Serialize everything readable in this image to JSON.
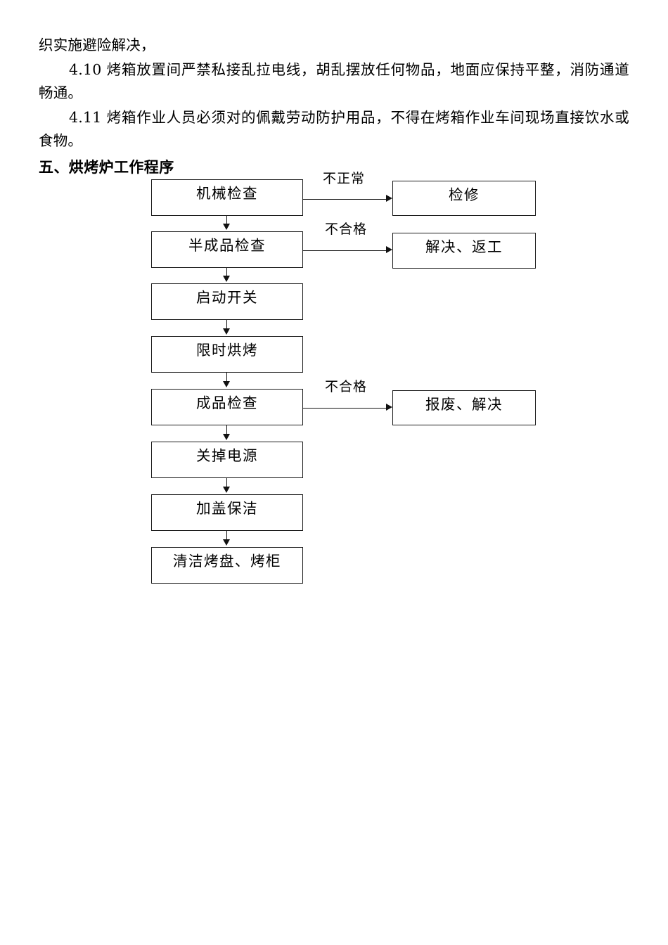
{
  "document": {
    "paragraphs": [
      {
        "text": "织实施避险解决，",
        "indent": false
      },
      {
        "text": "4.10 烤箱放置间严禁私接乱拉电线，胡乱摆放任何物品，地面应保持平整，消防通道畅通。",
        "indent": true
      },
      {
        "text": "4.11 烤箱作业人员必须对的佩戴劳动防护用品，不得在烤箱作业车间现场直接饮水或食物。",
        "indent": true
      }
    ],
    "section_heading": "五、烘烤炉工作程序"
  },
  "flowchart": {
    "main_nodes": [
      {
        "id": "node-1",
        "label": "机械检查"
      },
      {
        "id": "node-2",
        "label": "半成品检查"
      },
      {
        "id": "node-3",
        "label": "启动开关"
      },
      {
        "id": "node-4",
        "label": "限时烘烤"
      },
      {
        "id": "node-5",
        "label": "成品检查"
      },
      {
        "id": "node-6",
        "label": "关掉电源"
      },
      {
        "id": "node-7",
        "label": "加盖保洁"
      },
      {
        "id": "node-8",
        "label": "清洁烤盘、烤柜"
      }
    ],
    "branch_nodes": [
      {
        "id": "branch-1",
        "label": "检修"
      },
      {
        "id": "branch-2",
        "label": "解决、返工"
      },
      {
        "id": "branch-3",
        "label": "报废、解决"
      }
    ],
    "edge_labels": [
      {
        "id": "edge-label-1",
        "label": "不正常"
      },
      {
        "id": "edge-label-2",
        "label": "不合格"
      },
      {
        "id": "edge-label-3",
        "label": "不合格"
      }
    ]
  },
  "colors": {
    "page_background": "#ffffff",
    "text": "#000000",
    "stroke": "#1c1c1c"
  }
}
